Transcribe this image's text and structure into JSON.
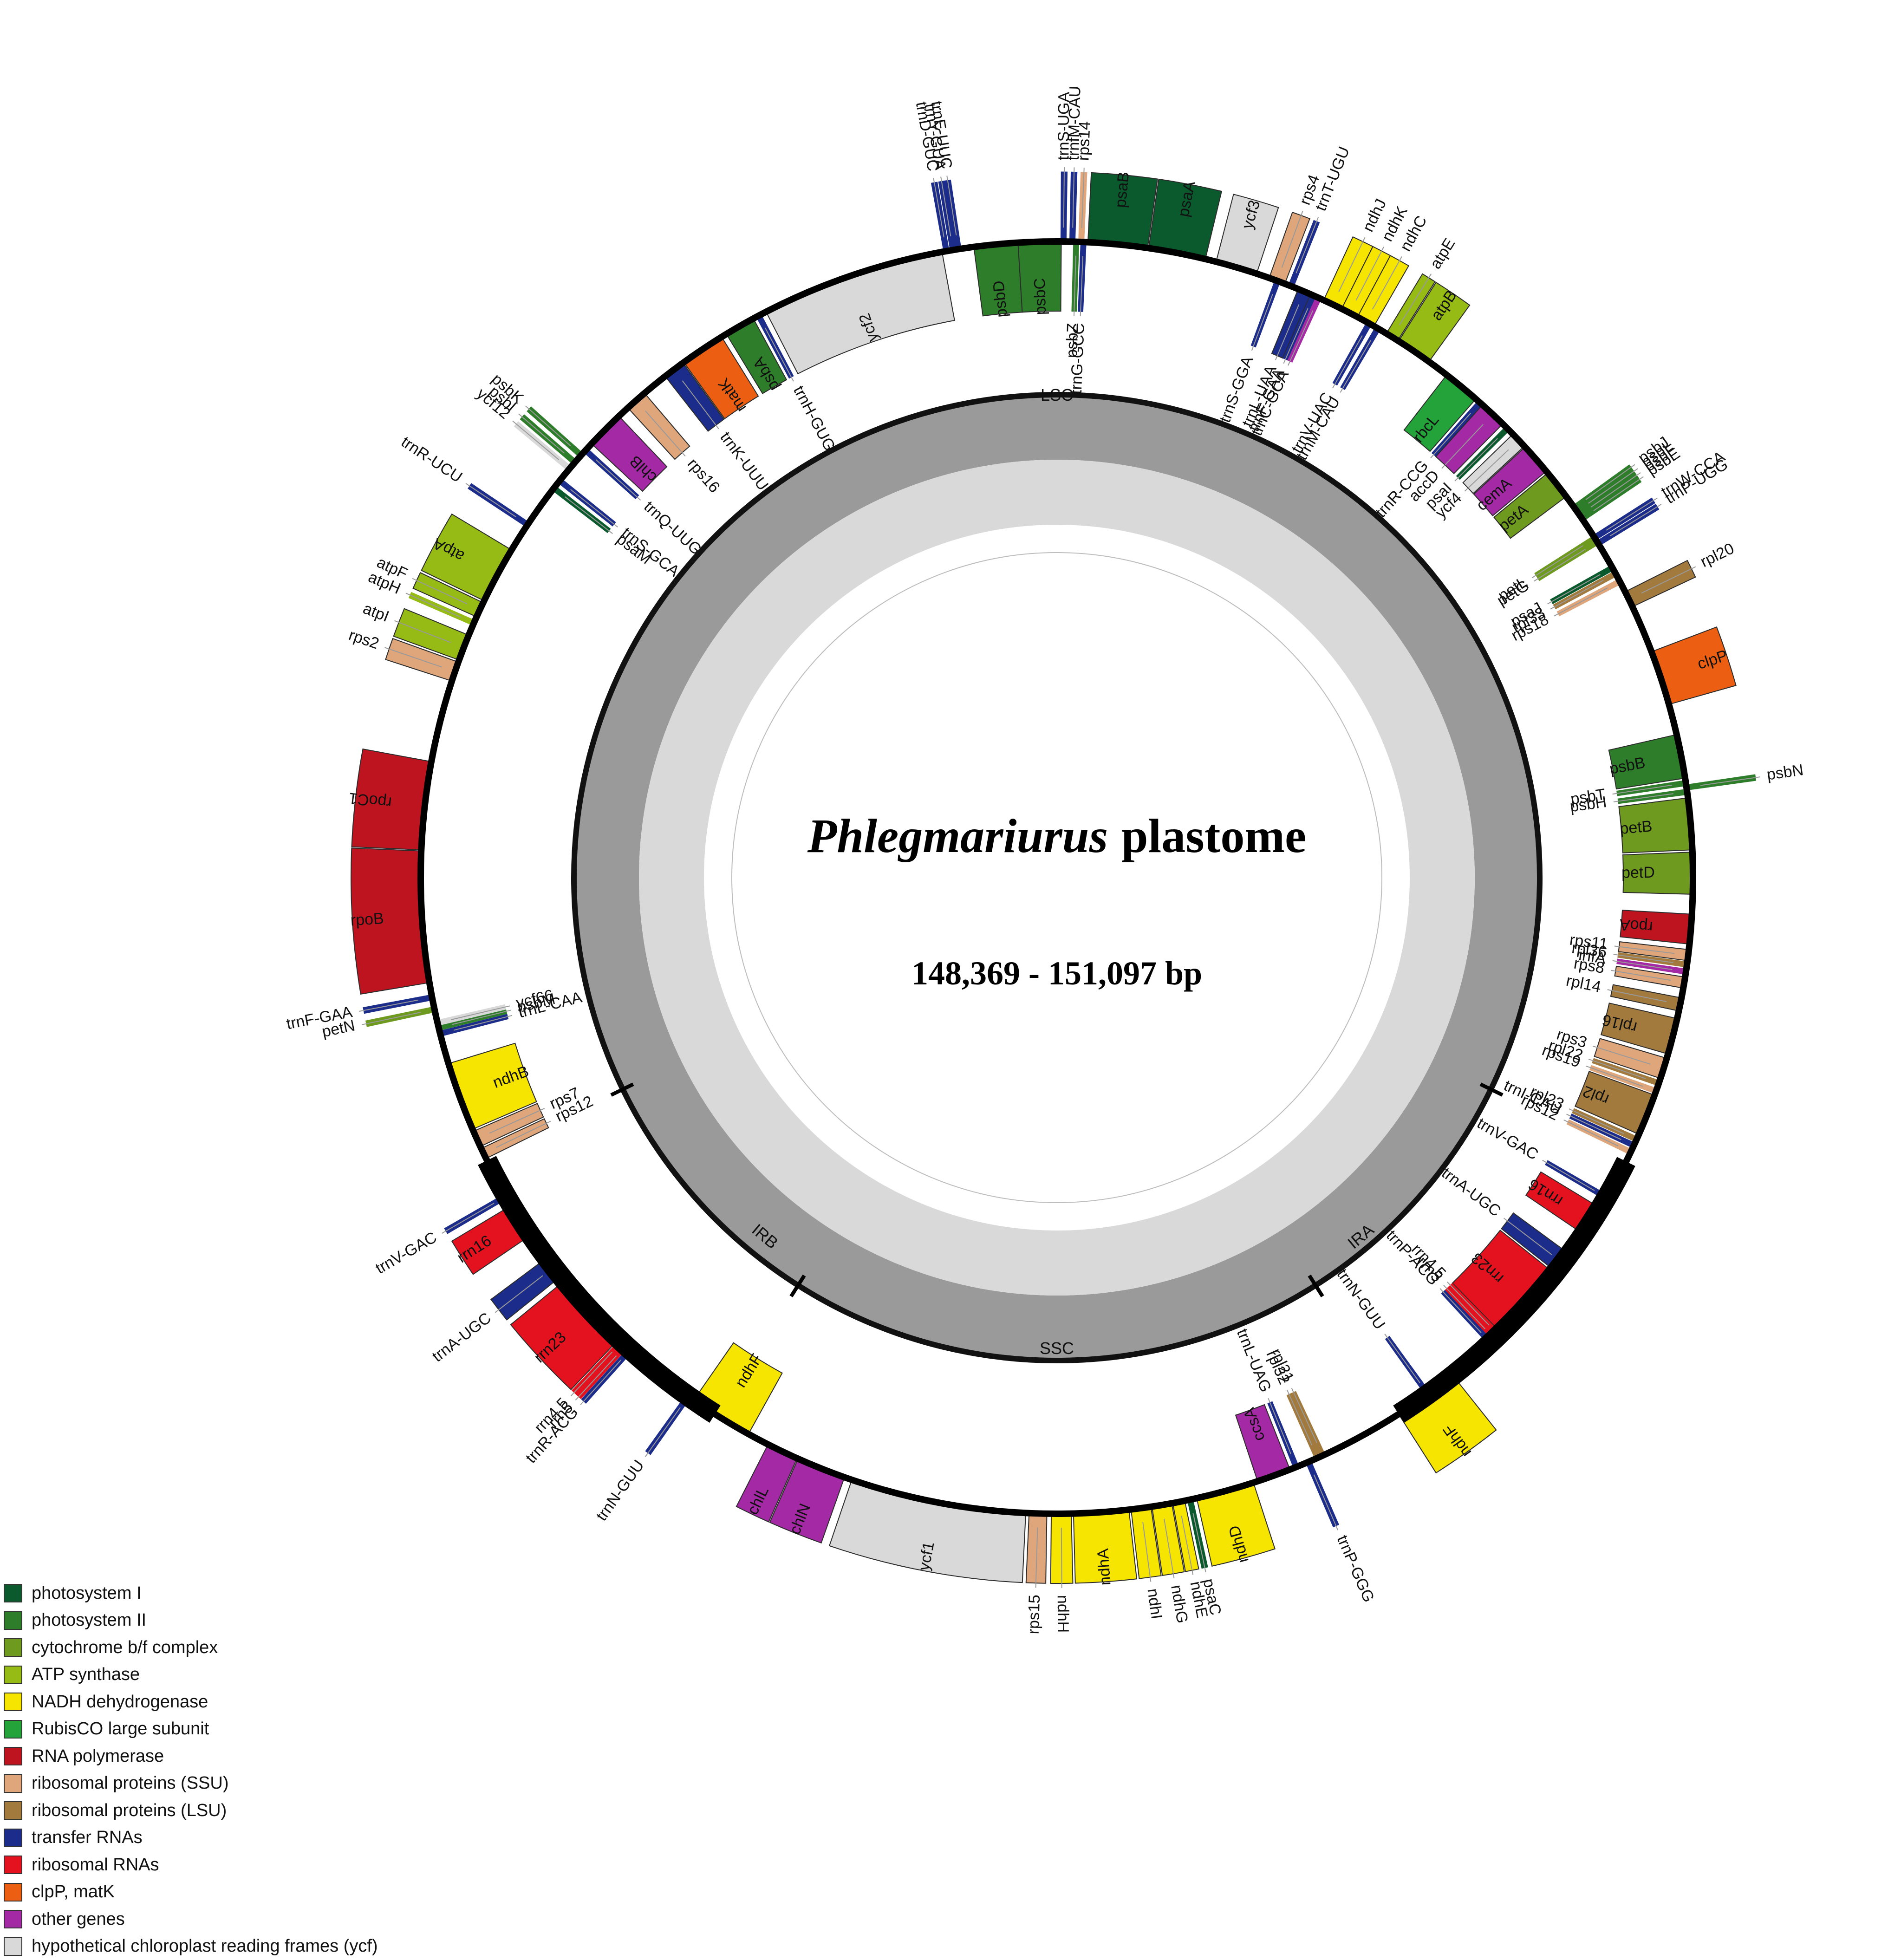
{
  "title": {
    "genus": "Phlegmariurus",
    "suffix": "plastome"
  },
  "size": "148,369 - 151,097 bp",
  "regions": [
    "LSC",
    "IRA",
    "SSC",
    "IRB"
  ],
  "legend": [
    {
      "key": "psI",
      "label": "photosystem I",
      "color": "#0b5a2e"
    },
    {
      "key": "psII",
      "label": "photosystem II",
      "color": "#2e7d2a"
    },
    {
      "key": "cyt",
      "label": "cytochrome b/f complex",
      "color": "#6e9a1f"
    },
    {
      "key": "atp",
      "label": "ATP synthase",
      "color": "#95bb14"
    },
    {
      "key": "ndh",
      "label": "NADH dehydrogenase",
      "color": "#f6e500"
    },
    {
      "key": "rbc",
      "label": "RubisCO large subunit",
      "color": "#23a33a"
    },
    {
      "key": "rpo",
      "label": "RNA polymerase",
      "color": "#bd1420"
    },
    {
      "key": "ssu",
      "label": "ribosomal proteins (SSU)",
      "color": "#dfa67b"
    },
    {
      "key": "lsu",
      "label": "ribosomal proteins (LSU)",
      "color": "#a27a3d"
    },
    {
      "key": "trna",
      "label": "transfer RNAs",
      "color": "#1c2c8a"
    },
    {
      "key": "rrna",
      "label": "ribosomal RNAs",
      "color": "#e4121f"
    },
    {
      "key": "clp",
      "label": "clpP, matK",
      "color": "#ec5f13"
    },
    {
      "key": "oth",
      "label": "other genes",
      "color": "#a429a4"
    },
    {
      "key": "ycf",
      "label": "hypothetical chloroplast reading frames (ycf)",
      "color": "#d9d9d9"
    }
  ],
  "genes": [
    {
      "name": "psbD",
      "c": "psII",
      "o": "in",
      "a1": 352.5,
      "a2": 356.5
    },
    {
      "name": "psbC",
      "c": "psII",
      "o": "in",
      "a1": 356.5,
      "a2": 360.4
    },
    {
      "name": "psbZ",
      "c": "psII",
      "o": "in",
      "a1": 361.6,
      "a2": 361.9
    },
    {
      "name": "trnG-GCC",
      "c": "trna",
      "o": "in",
      "a1": 362.3,
      "a2": 362.5
    },
    {
      "name": "trnS-UGA",
      "c": "trna",
      "o": "out",
      "a1": 360.5,
      "a2": 360.7
    },
    {
      "name": "trnfM-CAU",
      "c": "trna",
      "o": "out",
      "a1": 361.3,
      "a2": 361.5
    },
    {
      "name": "rps14",
      "c": "ssu",
      "o": "out",
      "a1": 361.8,
      "a2": 362.6
    },
    {
      "name": "psaB",
      "c": "psI",
      "o": "out",
      "a1": 362.8,
      "a2": 368.2
    },
    {
      "name": "psaA",
      "c": "psI",
      "o": "out",
      "a1": 368.3,
      "a2": 373.5
    },
    {
      "name": "ycf3",
      "c": "ycf",
      "o": "out",
      "a1": 374.5,
      "a2": 378.3
    },
    {
      "name": "rps4",
      "c": "ssu",
      "o": "out",
      "a1": 379.5,
      "a2": 381.0
    },
    {
      "name": "trnT-UGU",
      "c": "trna",
      "o": "out",
      "a1": 381.5,
      "a2": 381.7
    },
    {
      "name": "trnS-GGA",
      "c": "trna",
      "o": "in",
      "a1": 380.2,
      "a2": 380.4
    },
    {
      "name": "trnL-UAA",
      "c": "trna",
      "o": "in",
      "a1": 382.3,
      "a2": 383.5
    },
    {
      "name": "trnF-GAA",
      "c": "trna",
      "o": "in",
      "a1": 383.7,
      "a2": 383.9
    },
    {
      "name": "trnC-GCA",
      "c": "oth",
      "o": "in",
      "a1": 384.2,
      "a2": 384.4
    },
    {
      "name": "ndhJ",
      "c": "ndh",
      "o": "out",
      "a1": 384.8,
      "a2": 386.6
    },
    {
      "name": "ndhK",
      "c": "ndh",
      "o": "out",
      "a1": 386.6,
      "a2": 388.2
    },
    {
      "name": "ndhC",
      "c": "ndh",
      "o": "out",
      "a1": 388.2,
      "a2": 389.9
    },
    {
      "name": "trnV-UAC",
      "c": "trna",
      "o": "in",
      "a1": 389.0,
      "a2": 389.8
    },
    {
      "name": "trnM-CAU",
      "c": "trna",
      "o": "in",
      "a1": 390.0,
      "a2": 390.6
    },
    {
      "name": "atpE",
      "c": "atp",
      "o": "out",
      "a1": 391.2,
      "a2": 392.4
    },
    {
      "name": "atpB",
      "c": "atp",
      "o": "out",
      "a1": 392.5,
      "a2": 395.8
    },
    {
      "name": "rbcL",
      "c": "rbc",
      "o": "in",
      "a1": 397.8,
      "a2": 401.2
    },
    {
      "name": "trnR-CCG",
      "c": "trna",
      "o": "in",
      "a1": 401.6,
      "a2": 401.8
    },
    {
      "name": "accD",
      "c": "oth",
      "o": "in",
      "a1": 402.0,
      "a2": 404.5
    },
    {
      "name": "psaI",
      "c": "psI",
      "o": "in",
      "a1": 404.9,
      "a2": 405.3
    },
    {
      "name": "ycf4",
      "c": "ycf",
      "o": "in",
      "a1": 405.8,
      "a2": 407.3
    },
    {
      "name": "cemA",
      "c": "oth",
      "o": "in",
      "a1": 407.4,
      "a2": 410.3
    },
    {
      "name": "petA",
      "c": "cyt",
      "o": "in",
      "a1": 410.5,
      "a2": 413.2
    },
    {
      "name": "psbJ",
      "c": "psII",
      "o": "out",
      "a1": 414.3,
      "a2": 414.6
    },
    {
      "name": "psbL",
      "c": "psII",
      "o": "out",
      "a1": 414.7,
      "a2": 415.0
    },
    {
      "name": "psbF",
      "c": "psII",
      "o": "out",
      "a1": 415.1,
      "a2": 415.4
    },
    {
      "name": "psbE",
      "c": "psII",
      "o": "out",
      "a1": 415.5,
      "a2": 415.8
    },
    {
      "name": "trnW-CCA",
      "c": "trna",
      "o": "out",
      "a1": 417.6,
      "a2": 417.8
    },
    {
      "name": "trnP-UGG",
      "c": "trna",
      "o": "out",
      "a1": 418.2,
      "a2": 418.4
    },
    {
      "name": "petL",
      "c": "cyt",
      "o": "in",
      "a1": 417.6,
      "a2": 417.9
    },
    {
      "name": "petG",
      "c": "cyt",
      "o": "in",
      "a1": 418.0,
      "a2": 418.3
    },
    {
      "name": "psaJ",
      "c": "psI",
      "o": "in",
      "a1": 420.7,
      "a2": 421.0
    },
    {
      "name": "rpl33",
      "c": "lsu",
      "o": "in",
      "a1": 421.2,
      "a2": 421.7
    },
    {
      "name": "rps18",
      "c": "ssu",
      "o": "in",
      "a1": 421.8,
      "a2": 422.7
    },
    {
      "name": "rpl20",
      "c": "lsu",
      "o": "out",
      "a1": 423.3,
      "a2": 424.8
    },
    {
      "name": "clpP",
      "c": "clp",
      "o": "out",
      "a1": 429.2,
      "a2": 434.2
    },
    {
      "name": "psbB",
      "c": "psII",
      "o": "in",
      "a1": 437.0,
      "a2": 441.0
    },
    {
      "name": "psbT",
      "c": "psII",
      "o": "in",
      "a1": 441.3,
      "a2": 441.6
    },
    {
      "name": "psbN",
      "c": "psII",
      "o": "out",
      "a1": 441.7,
      "a2": 442.0
    },
    {
      "name": "psbH",
      "c": "psII",
      "o": "in",
      "a1": 442.1,
      "a2": 442.4
    },
    {
      "name": "petB",
      "c": "cyt",
      "o": "in",
      "a1": 442.8,
      "a2": 447.5
    },
    {
      "name": "petD",
      "c": "cyt",
      "o": "in",
      "a1": 447.7,
      "a2": 451.5
    },
    {
      "name": "rpoA",
      "c": "rpo",
      "o": "in",
      "a1": 453.3,
      "a2": 456.0
    },
    {
      "name": "rps11",
      "c": "ssu",
      "o": "in",
      "a1": 456.5,
      "a2": 457.5
    },
    {
      "name": "rpl36",
      "c": "lsu",
      "o": "in",
      "a1": 457.6,
      "a2": 458.1
    },
    {
      "name": "infA",
      "c": "oth",
      "o": "in",
      "a1": 458.3,
      "a2": 458.7
    },
    {
      "name": "rps8",
      "c": "ssu",
      "o": "in",
      "a1": 459.0,
      "a2": 460.0
    },
    {
      "name": "rpl14",
      "c": "lsu",
      "o": "in",
      "a1": 460.9,
      "a2": 462.1
    },
    {
      "name": "rpl16",
      "c": "lsu",
      "o": "in",
      "a1": 462.8,
      "a2": 466.1
    },
    {
      "name": "rps3",
      "c": "ssu",
      "o": "in",
      "a1": 466.5,
      "a2": 468.4
    },
    {
      "name": "rpl22",
      "c": "lsu",
      "o": "in",
      "a1": 468.5,
      "a2": 469.2
    },
    {
      "name": "rps19",
      "c": "ssu",
      "o": "in",
      "a1": 469.3,
      "a2": 469.9
    },
    {
      "name": "rpl2",
      "c": "lsu",
      "o": "in",
      "a1": 470.0,
      "a2": 473.8
    },
    {
      "name": "rpl23",
      "c": "lsu",
      "o": "in",
      "a1": 474.1,
      "a2": 474.5
    },
    {
      "name": "trnI-CAU",
      "c": "trna",
      "o": "in",
      "a1": 474.8,
      "a2": 475.0
    },
    {
      "name": "rps12",
      "c": "ssu",
      "o": "in",
      "a1": 475.1,
      "a2": 476.0
    },
    {
      "name": "trnV-GAC",
      "c": "trna",
      "o": "in",
      "a1": 480.1,
      "a2": 480.3
    },
    {
      "name": "rrn16",
      "c": "rrna",
      "o": "in",
      "a1": 481.3,
      "a2": 484.1
    },
    {
      "name": "trnA-UGC",
      "c": "trna",
      "o": "in",
      "a1": 486.3,
      "a2": 488.3
    },
    {
      "name": "rrn23",
      "c": "rrna",
      "o": "in",
      "a1": 488.5,
      "a2": 495.7
    },
    {
      "name": "rrn4.5",
      "c": "rrna",
      "o": "in",
      "a1": 495.9,
      "a2": 496.1
    },
    {
      "name": "rrn5",
      "c": "rrna",
      "o": "in",
      "a1": 496.3,
      "a2": 496.7
    },
    {
      "name": "trnP-ACG",
      "c": "trna",
      "o": "in",
      "a1": 496.9,
      "a2": 497.1
    },
    {
      "name": "trnN-GUU",
      "c": "trna",
      "o": "in",
      "a1": 504.2,
      "a2": 504.4
    },
    {
      "name": "ndhF",
      "c": "ndh",
      "o": "out",
      "a1": 501.5,
      "a2": 507.5
    },
    {
      "name": "rpl21",
      "c": "lsu",
      "o": "in",
      "a1": 515.1,
      "a2": 515.5
    },
    {
      "name": "rpl32",
      "c": "lsu",
      "o": "in",
      "a1": 515.6,
      "a2": 516.0
    },
    {
      "name": "trnL-UAG",
      "c": "trna",
      "o": "in",
      "a1": 517.8,
      "a2": 518.0
    },
    {
      "name": "ccsA",
      "c": "oth",
      "o": "in",
      "a1": 518.5,
      "a2": 521.6
    },
    {
      "name": "trnP-GGG",
      "c": "trna",
      "o": "out",
      "a1": 516.6,
      "a2": 516.8
    },
    {
      "name": "ndhD",
      "c": "ndh",
      "o": "out",
      "a1": 522.0,
      "a2": 527.3
    },
    {
      "name": "psaC",
      "c": "psI",
      "o": "out",
      "a1": 527.6,
      "a2": 528.2
    },
    {
      "name": "ndhE",
      "c": "ndh",
      "o": "out",
      "a1": 528.4,
      "a2": 529.5
    },
    {
      "name": "ndhG",
      "c": "ndh",
      "o": "out",
      "a1": 529.6,
      "a2": 531.4
    },
    {
      "name": "ndhI",
      "c": "ndh",
      "o": "out",
      "a1": 531.5,
      "a2": 533.3
    },
    {
      "name": "ndhA",
      "c": "ndh",
      "o": "out",
      "a1": 533.5,
      "a2": 538.5
    },
    {
      "name": "ndhH",
      "c": "ndh",
      "o": "out",
      "a1": 538.7,
      "a2": 540.5
    },
    {
      "name": "rps15",
      "c": "ssu",
      "o": "out",
      "a1": 540.9,
      "a2": 542.5
    },
    {
      "name": "ycf1",
      "c": "ycf",
      "o": "out",
      "a1": 542.8,
      "a2": 558.8
    },
    {
      "name": "chlN",
      "c": "oth",
      "o": "out",
      "a1": 559.5,
      "a2": 564.0
    },
    {
      "name": "chlL",
      "c": "oth",
      "o": "out",
      "a1": 564.1,
      "a2": 567.0
    },
    {
      "name": "ndhF",
      "c": "ndh",
      "o": "in",
      "a1": 569.0,
      "a2": 574.8
    },
    {
      "name": "trnN-GUU",
      "c": "trna",
      "o": "out",
      "a1": 575.3,
      "a2": 575.5
    },
    {
      "name": "trnR-ACG",
      "c": "trna",
      "o": "out",
      "a1": 582.0,
      "a2": 582.2
    },
    {
      "name": "rrn5",
      "c": "rrna",
      "o": "out",
      "a1": 582.5,
      "a2": 582.8
    },
    {
      "name": "rrn4.5",
      "c": "rrna",
      "o": "out",
      "a1": 583.0,
      "a2": 583.3
    },
    {
      "name": "rrn23",
      "c": "rrna",
      "o": "out",
      "a1": 583.5,
      "a2": 590.7
    },
    {
      "name": "trnA-UGC",
      "c": "trna",
      "o": "out",
      "a1": 591.2,
      "a2": 593.3
    },
    {
      "name": "rrn16",
      "c": "rrna",
      "o": "out",
      "a1": 595.8,
      "a2": 599.0
    },
    {
      "name": "trnV-GAC",
      "c": "trna",
      "o": "out",
      "a1": 599.8,
      "a2": 600.1
    },
    {
      "name": "rps12",
      "c": "ssu",
      "o": "in",
      "a1": 603.8,
      "a2": 604.8
    },
    {
      "name": "rps7",
      "c": "ssu",
      "o": "in",
      "a1": 605.0,
      "a2": 606.5
    },
    {
      "name": "ndhB",
      "c": "ndh",
      "o": "in",
      "a1": 606.7,
      "a2": 613.0
    },
    {
      "name": "trnL-CAA",
      "c": "trna",
      "o": "in",
      "a1": 615.7,
      "a2": 615.9
    },
    {
      "name": "psbM",
      "c": "psII",
      "o": "in",
      "a1": 616.2,
      "a2": 616.5
    },
    {
      "name": "ycf66",
      "c": "ycf",
      "o": "in",
      "a1": 616.6,
      "a2": 617.0
    },
    {
      "name": "petN",
      "c": "cyt",
      "o": "out",
      "a1": 617.9,
      "a2": 618.2
    },
    {
      "name": "trnF-GAA",
      "c": "trna",
      "o": "out",
      "a1": 619.0,
      "a2": 619.3
    },
    {
      "name": "rpoB",
      "c": "rpo",
      "o": "out",
      "a1": 620.5,
      "a2": 632.4
    },
    {
      "name": "rpoC1",
      "c": "rpo",
      "o": "out",
      "a1": 632.5,
      "a2": 640.5
    },
    {
      "name": "rps2",
      "c": "ssu",
      "o": "out",
      "a1": 648.0,
      "a2": 649.8
    },
    {
      "name": "atpI",
      "c": "atp",
      "o": "out",
      "a1": 650.0,
      "a2": 652.4
    },
    {
      "name": "atpH",
      "c": "atp",
      "o": "out",
      "a1": 653.4,
      "a2": 653.8
    },
    {
      "name": "atpF",
      "c": "atp",
      "o": "out",
      "a1": 654.2,
      "a2": 655.6
    },
    {
      "name": "atpA",
      "c": "atp",
      "o": "out",
      "a1": 655.8,
      "a2": 661.0
    },
    {
      "name": "trnR-UCU",
      "c": "trna",
      "o": "out",
      "a1": 663.6,
      "a2": 663.8
    },
    {
      "name": "psaM",
      "c": "psI",
      "o": "in",
      "a1": 667.6,
      "a2": 667.9
    },
    {
      "name": "trnS-GCA",
      "c": "trna",
      "o": "in",
      "a1": 668.5,
      "a2": 668.7
    },
    {
      "name": "ycf12",
      "c": "ycf",
      "o": "out",
      "a1": 669.8,
      "a2": 670.2
    },
    {
      "name": "psbI",
      "c": "psII",
      "o": "out",
      "a1": 670.6,
      "a2": 670.9
    },
    {
      "name": "psbK",
      "c": "psII",
      "o": "out",
      "a1": 671.4,
      "a2": 671.8
    },
    {
      "name": "trnQ-UUG",
      "c": "trna",
      "o": "in",
      "a1": 672.1,
      "a2": 672.3
    },
    {
      "name": "chlB",
      "c": "oth",
      "o": "in",
      "a1": 673.0,
      "a2": 676.5
    },
    {
      "name": "rps16",
      "c": "ssu",
      "o": "in",
      "a1": 677.6,
      "a2": 679.6
    },
    {
      "name": "trnK-UUU",
      "c": "trna",
      "o": "in",
      "a1": 682.0,
      "a2": 684.0
    },
    {
      "name": "matK",
      "c": "clp",
      "o": "in",
      "a1": 684.1,
      "a2": 688.2
    },
    {
      "name": "psbA",
      "c": "psII",
      "o": "in",
      "a1": 688.7,
      "a2": 691.5
    },
    {
      "name": "trnH-GUG",
      "c": "trna",
      "o": "in",
      "a1": 691.9,
      "a2": 692.2
    },
    {
      "name": "ycf2",
      "c": "ycf",
      "o": "in",
      "a1": 692.8,
      "a2": 709.6
    },
    {
      "name": "trnD-GUC",
      "c": "trna",
      "o": "out",
      "a1": 709.9,
      "a2": 710.1
    },
    {
      "name": "trnY-GUA",
      "c": "trna",
      "o": "out",
      "a1": 710.5,
      "a2": 710.7
    },
    {
      "name": "trnE-UUC",
      "c": "trna",
      "o": "out",
      "a1": 711.0,
      "a2": 711.2
    }
  ]
}
